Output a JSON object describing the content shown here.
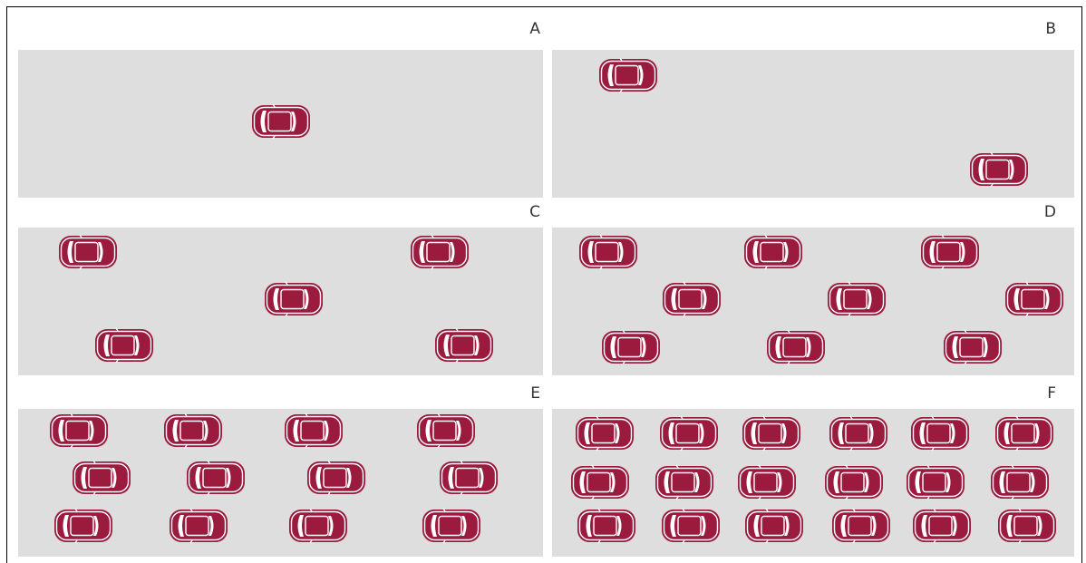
{
  "panels": [
    {
      "label": "A",
      "car_count": 1
    },
    {
      "label": "B",
      "car_count": 2
    },
    {
      "label": "C",
      "car_count": 5
    },
    {
      "label": "D",
      "car_count": 9
    },
    {
      "label": "E",
      "car_count": 12
    },
    {
      "label": "F",
      "car_count": 18
    }
  ],
  "colors": {
    "background": "#dedede",
    "car": "#9b1b3f",
    "car_accent": "#ffffff"
  },
  "icon": "car-icon"
}
